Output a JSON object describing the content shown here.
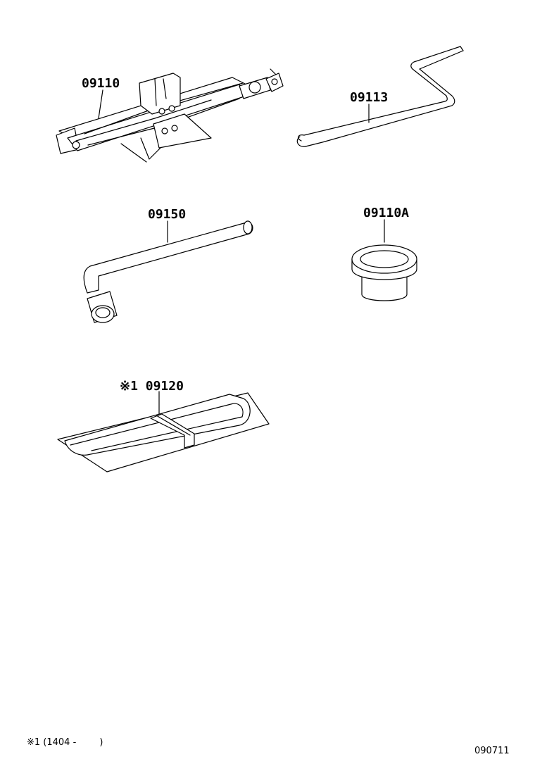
{
  "parts": {
    "jack": {
      "label": "09110"
    },
    "jack_handle": {
      "label": "09113"
    },
    "wrench": {
      "label": "09150"
    },
    "cap": {
      "label": "09110A"
    },
    "tool_bag": {
      "label": "※1 09120"
    }
  },
  "footnote": "※1 (1404 -        )",
  "diagram_id": "090711"
}
